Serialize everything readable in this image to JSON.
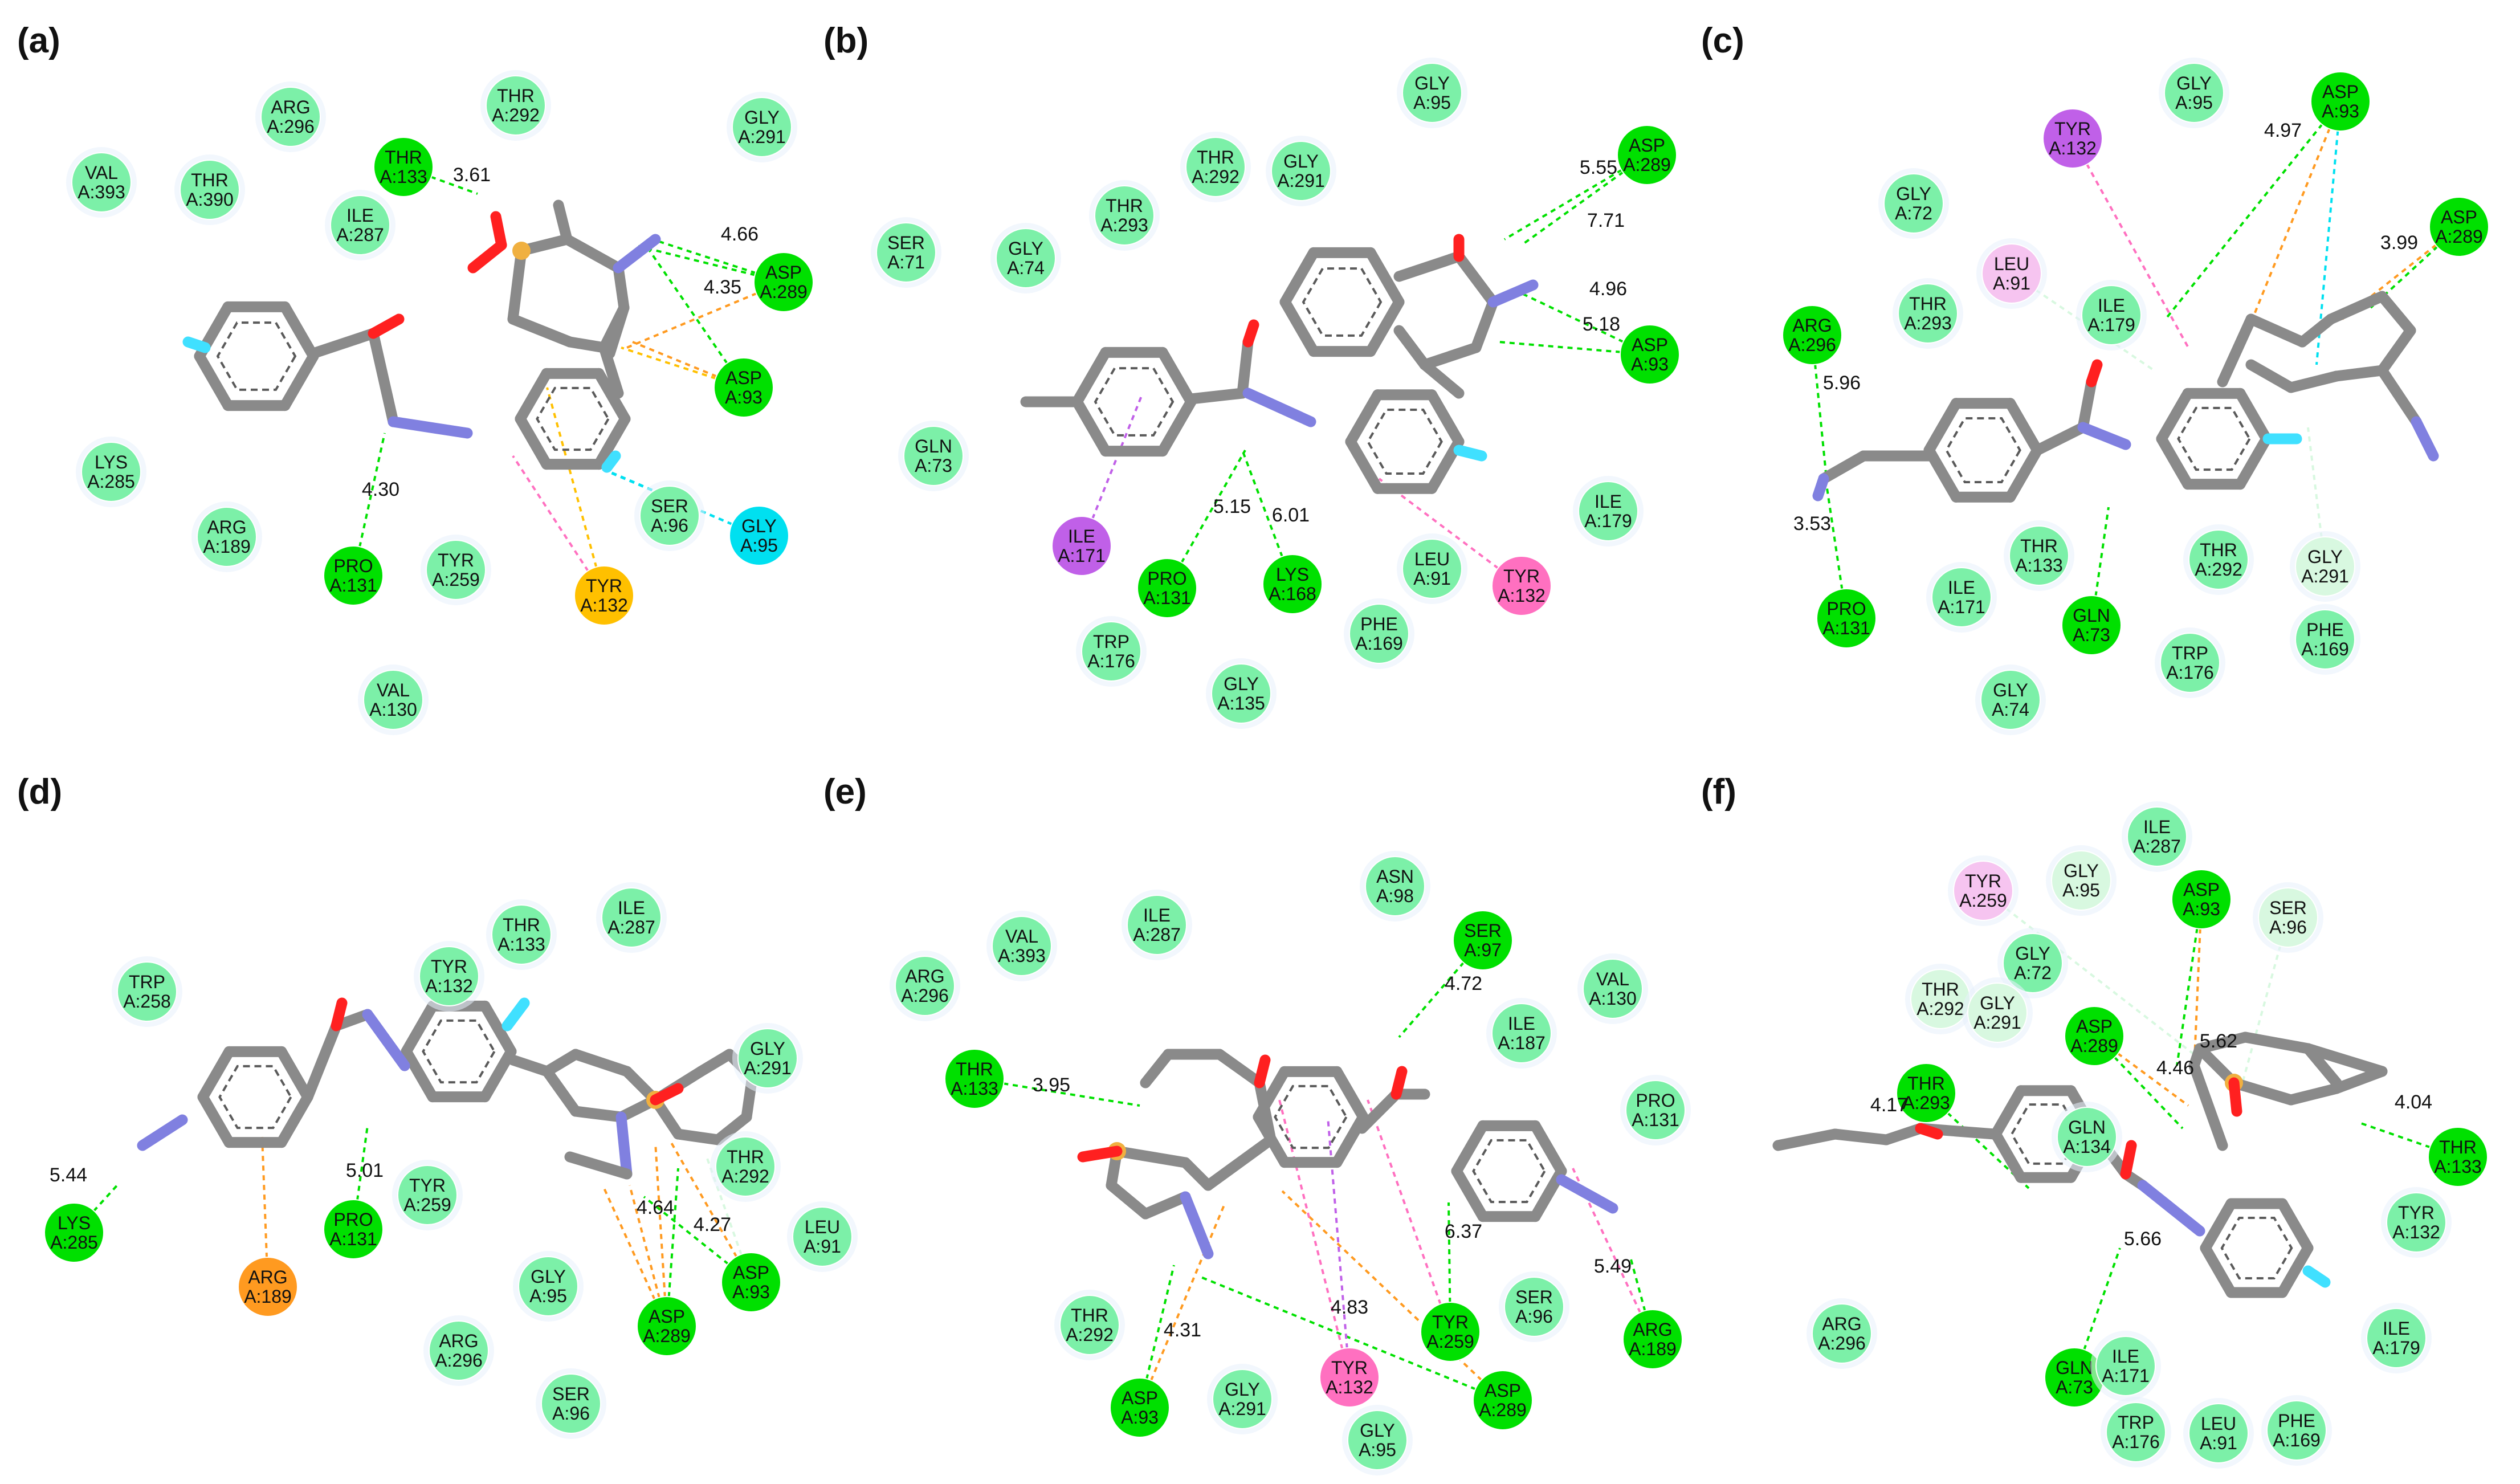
{
  "colors": {
    "strong_hbond": "#00e000",
    "weak_residue": "#7cf0a8",
    "pale_residue": "#d8f8e0",
    "pi_alkyl": "#c060e8",
    "pi_pi": "#ff70c0",
    "pi_sulfur": "#ffc000",
    "halogen": "#00e0f0",
    "pi_anion": "#ff9a20",
    "pale_pink": "#f6c4f0",
    "carbon": "#8a8a8a",
    "nitrogen": "#8080e0",
    "oxygen": "#ff2020",
    "sulfur": "#f0b040",
    "fluorine": "#40e0ff"
  },
  "panels": [
    {
      "label": "(a)",
      "residues": [
        {
          "name": "VAL",
          "id": "A:393",
          "kind": "weak"
        },
        {
          "name": "ARG",
          "id": "A:296",
          "kind": "weak"
        },
        {
          "name": "THR",
          "id": "A:390",
          "kind": "weak"
        },
        {
          "name": "THR",
          "id": "A:133",
          "kind": "strong"
        },
        {
          "name": "THR",
          "id": "A:292",
          "kind": "weak"
        },
        {
          "name": "GLY",
          "id": "A:291",
          "kind": "weak"
        },
        {
          "name": "ILE",
          "id": "A:287",
          "kind": "weak"
        },
        {
          "name": "ASP",
          "id": "A:289",
          "kind": "strong"
        },
        {
          "name": "ASP",
          "id": "A:93",
          "kind": "strong"
        },
        {
          "name": "LYS",
          "id": "A:285",
          "kind": "weak"
        },
        {
          "name": "ARG",
          "id": "A:189",
          "kind": "weak"
        },
        {
          "name": "PRO",
          "id": "A:131",
          "kind": "strong"
        },
        {
          "name": "TYR",
          "id": "A:259",
          "kind": "weak"
        },
        {
          "name": "TYR",
          "id": "A:132",
          "kind": "pisulfur"
        },
        {
          "name": "SER",
          "id": "A:96",
          "kind": "weak"
        },
        {
          "name": "GLY",
          "id": "A:95",
          "kind": "halogen"
        },
        {
          "name": "VAL",
          "id": "A:130",
          "kind": "weak"
        }
      ],
      "distances": [
        "3.61",
        "4.66",
        "4.35",
        "4.30"
      ]
    },
    {
      "label": "(b)",
      "residues": [
        {
          "name": "GLY",
          "id": "A:95",
          "kind": "weak"
        },
        {
          "name": "THR",
          "id": "A:292",
          "kind": "weak"
        },
        {
          "name": "GLY",
          "id": "A:291",
          "kind": "weak"
        },
        {
          "name": "ASP",
          "id": "A:289",
          "kind": "strong"
        },
        {
          "name": "SER",
          "id": "A:71",
          "kind": "weak"
        },
        {
          "name": "GLY",
          "id": "A:74",
          "kind": "weak"
        },
        {
          "name": "THR",
          "id": "A:293",
          "kind": "weak"
        },
        {
          "name": "GLN",
          "id": "A:73",
          "kind": "weak"
        },
        {
          "name": "ASP",
          "id": "A:93",
          "kind": "strong"
        },
        {
          "name": "ILE",
          "id": "A:171",
          "kind": "pialkyl"
        },
        {
          "name": "PRO",
          "id": "A:131",
          "kind": "strong"
        },
        {
          "name": "LYS",
          "id": "A:168",
          "kind": "strong"
        },
        {
          "name": "TRP",
          "id": "A:176",
          "kind": "weak"
        },
        {
          "name": "LEU",
          "id": "A:91",
          "kind": "weak"
        },
        {
          "name": "PHE",
          "id": "A:169",
          "kind": "weak"
        },
        {
          "name": "TYR",
          "id": "A:132",
          "kind": "pipi"
        },
        {
          "name": "ILE",
          "id": "A:179",
          "kind": "weak"
        },
        {
          "name": "GLY",
          "id": "A:135",
          "kind": "weak"
        }
      ],
      "distances": [
        "5.55",
        "7.71",
        "4.96",
        "5.18",
        "5.15",
        "6.01"
      ]
    },
    {
      "label": "(c)",
      "residues": [
        {
          "name": "GLY",
          "id": "A:95",
          "kind": "weak"
        },
        {
          "name": "TYR",
          "id": "A:132",
          "kind": "pialkyl"
        },
        {
          "name": "ASP",
          "id": "A:93",
          "kind": "strong"
        },
        {
          "name": "GLY",
          "id": "A:72",
          "kind": "weak"
        },
        {
          "name": "ASP",
          "id": "A:289",
          "kind": "strong"
        },
        {
          "name": "LEU",
          "id": "A:91",
          "kind": "palepink"
        },
        {
          "name": "THR",
          "id": "A:293",
          "kind": "weak"
        },
        {
          "name": "ILE",
          "id": "A:179",
          "kind": "weak"
        },
        {
          "name": "ARG",
          "id": "A:296",
          "kind": "strong"
        },
        {
          "name": "PRO",
          "id": "A:131",
          "kind": "strong"
        },
        {
          "name": "THR",
          "id": "A:133",
          "kind": "weak"
        },
        {
          "name": "ILE",
          "id": "A:171",
          "kind": "weak"
        },
        {
          "name": "GLN",
          "id": "A:73",
          "kind": "strong"
        },
        {
          "name": "THR",
          "id": "A:292",
          "kind": "weak"
        },
        {
          "name": "GLY",
          "id": "A:291",
          "kind": "pale"
        },
        {
          "name": "TRP",
          "id": "A:176",
          "kind": "weak"
        },
        {
          "name": "PHE",
          "id": "A:169",
          "kind": "weak"
        },
        {
          "name": "GLY",
          "id": "A:74",
          "kind": "weak"
        }
      ],
      "distances": [
        "4.97",
        "3.99",
        "5.96",
        "3.53"
      ]
    },
    {
      "label": "(d)",
      "residues": [
        {
          "name": "TRP",
          "id": "A:258",
          "kind": "weak"
        },
        {
          "name": "TYR",
          "id": "A:132",
          "kind": "weak"
        },
        {
          "name": "THR",
          "id": "A:133",
          "kind": "weak"
        },
        {
          "name": "ILE",
          "id": "A:287",
          "kind": "weak"
        },
        {
          "name": "GLY",
          "id": "A:291",
          "kind": "weak"
        },
        {
          "name": "THR",
          "id": "A:292",
          "kind": "weak"
        },
        {
          "name": "LYS",
          "id": "A:285",
          "kind": "strong"
        },
        {
          "name": "ARG",
          "id": "A:189",
          "kind": "pianion"
        },
        {
          "name": "PRO",
          "id": "A:131",
          "kind": "strong"
        },
        {
          "name": "TYR",
          "id": "A:259",
          "kind": "weak"
        },
        {
          "name": "GLY",
          "id": "A:95",
          "kind": "weak"
        },
        {
          "name": "ASP",
          "id": "A:289",
          "kind": "strong"
        },
        {
          "name": "ASP",
          "id": "A:93",
          "kind": "strong"
        },
        {
          "name": "LEU",
          "id": "A:91",
          "kind": "weak"
        },
        {
          "name": "ARG",
          "id": "A:296",
          "kind": "weak"
        },
        {
          "name": "SER",
          "id": "A:96",
          "kind": "weak"
        }
      ],
      "distances": [
        "5.44",
        "5.01",
        "4.27",
        "4.64"
      ]
    },
    {
      "label": "(e)",
      "residues": [
        {
          "name": "ASN",
          "id": "A:98",
          "kind": "weak"
        },
        {
          "name": "VAL",
          "id": "A:393",
          "kind": "weak"
        },
        {
          "name": "ILE",
          "id": "A:287",
          "kind": "weak"
        },
        {
          "name": "SER",
          "id": "A:97",
          "kind": "strong"
        },
        {
          "name": "ARG",
          "id": "A:296",
          "kind": "weak"
        },
        {
          "name": "VAL",
          "id": "A:130",
          "kind": "weak"
        },
        {
          "name": "ILE",
          "id": "A:187",
          "kind": "weak"
        },
        {
          "name": "THR",
          "id": "A:133",
          "kind": "strong"
        },
        {
          "name": "PRO",
          "id": "A:131",
          "kind": "weak"
        },
        {
          "name": "THR",
          "id": "A:292",
          "kind": "weak"
        },
        {
          "name": "TYR",
          "id": "A:259",
          "kind": "strong"
        },
        {
          "name": "SER",
          "id": "A:96",
          "kind": "weak"
        },
        {
          "name": "ARG",
          "id": "A:189",
          "kind": "strong"
        },
        {
          "name": "ASP",
          "id": "A:93",
          "kind": "strong"
        },
        {
          "name": "GLY",
          "id": "A:291",
          "kind": "weak"
        },
        {
          "name": "TYR",
          "id": "A:132",
          "kind": "pipi"
        },
        {
          "name": "ASP",
          "id": "A:289",
          "kind": "strong"
        },
        {
          "name": "GLY",
          "id": "A:95",
          "kind": "weak"
        }
      ],
      "distances": [
        "4.72",
        "3.95",
        "6.37",
        "5.49",
        "4.31",
        "4.83"
      ]
    },
    {
      "label": "(f)",
      "residues": [
        {
          "name": "ILE",
          "id": "A:287",
          "kind": "weak"
        },
        {
          "name": "TYR",
          "id": "A:259",
          "kind": "palepink"
        },
        {
          "name": "GLY",
          "id": "A:95",
          "kind": "pale"
        },
        {
          "name": "ASP",
          "id": "A:93",
          "kind": "strong"
        },
        {
          "name": "SER",
          "id": "A:96",
          "kind": "pale"
        },
        {
          "name": "GLY",
          "id": "A:72",
          "kind": "weak"
        },
        {
          "name": "THR",
          "id": "A:292",
          "kind": "pale"
        },
        {
          "name": "GLY",
          "id": "A:291",
          "kind": "pale"
        },
        {
          "name": "ASP",
          "id": "A:289",
          "kind": "strong"
        },
        {
          "name": "THR",
          "id": "A:293",
          "kind": "strong"
        },
        {
          "name": "GLN",
          "id": "A:134",
          "kind": "weak"
        },
        {
          "name": "THR",
          "id": "A:133",
          "kind": "strong"
        },
        {
          "name": "TYR",
          "id": "A:132",
          "kind": "weak"
        },
        {
          "name": "ARG",
          "id": "A:296",
          "kind": "weak"
        },
        {
          "name": "GLN",
          "id": "A:73",
          "kind": "strong"
        },
        {
          "name": "ILE",
          "id": "A:171",
          "kind": "weak"
        },
        {
          "name": "ILE",
          "id": "A:179",
          "kind": "weak"
        },
        {
          "name": "TRP",
          "id": "A:176",
          "kind": "weak"
        },
        {
          "name": "LEU",
          "id": "A:91",
          "kind": "weak"
        },
        {
          "name": "PHE",
          "id": "A:169",
          "kind": "weak"
        }
      ],
      "distances": [
        "5.62",
        "4.46",
        "4.04",
        "4.17",
        "5.66"
      ]
    }
  ]
}
